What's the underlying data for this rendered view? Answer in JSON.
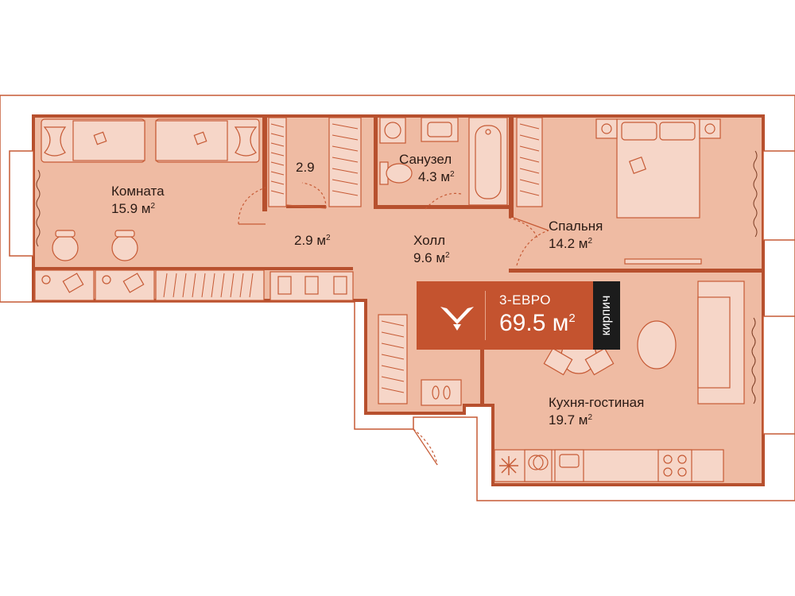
{
  "rooms": {
    "living_room": {
      "name": "Комната",
      "area": "15.9 м",
      "sup": "2"
    },
    "closet": {
      "area": "2.9"
    },
    "corridor": {
      "area": "2.9 м",
      "sup": "2"
    },
    "bathroom": {
      "name": "Санузел",
      "area": "4.3 м",
      "sup": "2"
    },
    "hall": {
      "name": "Холл",
      "area": "9.6 м",
      "sup": "2"
    },
    "bedroom": {
      "name": "Спальня",
      "area": "14.2 м",
      "sup": "2"
    },
    "kitchen": {
      "name": "Кухня-гостиная",
      "area": "19.7 м",
      "sup": "2"
    }
  },
  "badge": {
    "type": "3-ЕВРО",
    "area": "69.5 м",
    "sup": "2",
    "material": "кирпич"
  },
  "colors": {
    "wall": "#b7502e",
    "floor": "#efbba3",
    "line": "#c65a35",
    "badge": "#c4532f",
    "badge_side": "#1c1c1c",
    "text": "#2a1a14"
  }
}
